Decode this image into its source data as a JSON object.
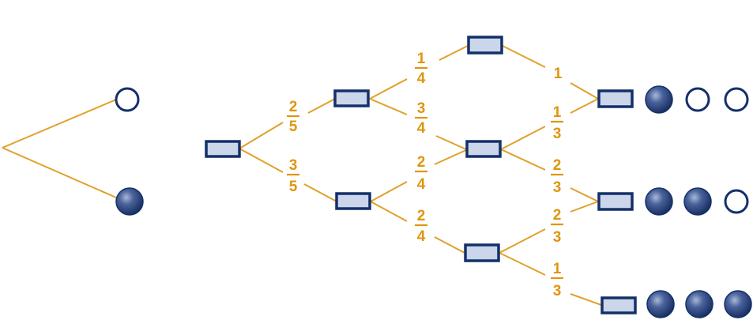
{
  "colors": {
    "line": "#e0a02a",
    "label": "#e0950f",
    "node_fill": "#ccd6ea",
    "node_stroke": "#14306a",
    "ball_dark": "#14306a",
    "ball_empty_fill": "#ffffff"
  },
  "legend": {
    "branch_top": "empty-ball",
    "branch_bottom": "filled-ball"
  },
  "tree": {
    "edge_labels": {
      "root_up": {
        "num": "2",
        "den": "5"
      },
      "root_down": {
        "num": "3",
        "den": "5"
      },
      "a_top": {
        "num": "1",
        "den": "4"
      },
      "a_mid": {
        "num": "3",
        "den": "4"
      },
      "b_mid": {
        "num": "2",
        "den": "4"
      },
      "b_bottom": {
        "num": "2",
        "den": "4"
      },
      "top_to_r1": {
        "whole": "1"
      },
      "mid_to_r1": {
        "num": "1",
        "den": "3"
      },
      "mid_to_r2": {
        "num": "2",
        "den": "3"
      },
      "bot_to_r2": {
        "num": "2",
        "den": "3"
      },
      "bot_to_r3": {
        "num": "1",
        "den": "3"
      }
    },
    "outcomes": [
      {
        "balls": [
          "filled",
          "empty",
          "empty"
        ]
      },
      {
        "balls": [
          "filled",
          "filled",
          "empty"
        ]
      },
      {
        "balls": [
          "filled",
          "filled",
          "filled"
        ]
      }
    ]
  }
}
